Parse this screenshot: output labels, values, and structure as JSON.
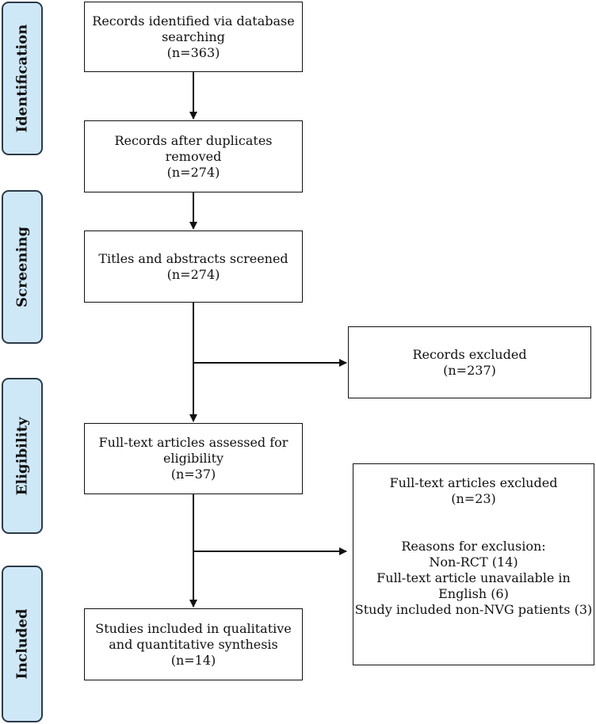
{
  "stages": {
    "identification": "Identification",
    "screening": "Screening",
    "eligibility": "Eligibility",
    "included": "Included"
  },
  "boxes": {
    "identified": [
      "Records identified via database",
      "searching",
      "(n=363)"
    ],
    "duplicates_removed": [
      "Records after duplicates removed",
      "(n=274)"
    ],
    "screened": [
      "Titles and abstracts screened",
      "(n=274)"
    ],
    "excluded": [
      "Records excluded",
      "(n=237)"
    ],
    "full_text_assessed": [
      "Full-text articles assessed for",
      "eligibility",
      "(n=37)"
    ],
    "full_text_excluded": {
      "header": [
        "Full-text articles excluded",
        "(n=23)"
      ],
      "reasons_title": "Reasons for exclusion:",
      "reasons": [
        "Non-RCT (14)",
        "Full-text article unavailable in",
        "English (6)",
        "Study included non-NVG patients (3)"
      ]
    },
    "included": [
      "Studies included in qualitative",
      "and quantitative synthesis",
      "(n=14)"
    ]
  },
  "colors": {
    "stage_fill": "#cfe8f8",
    "stage_border": "#2d3a4a",
    "line": "#111111"
  }
}
